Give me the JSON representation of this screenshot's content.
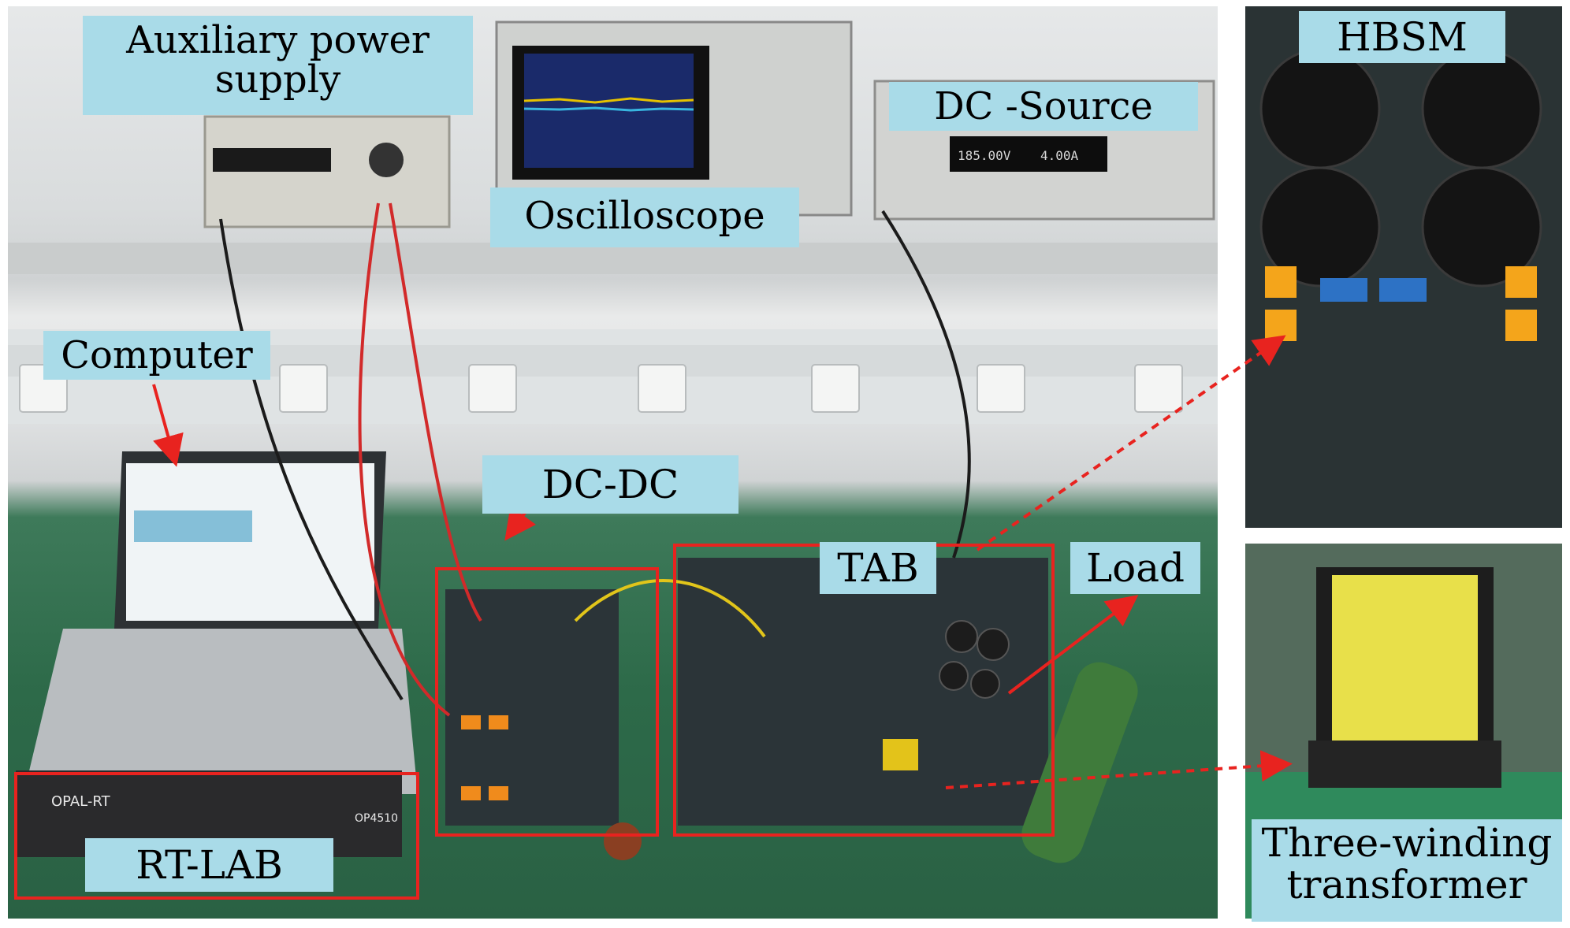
{
  "labels": {
    "aux_power_line1": "Auxiliary power",
    "aux_power_line2": "supply",
    "oscilloscope": "Oscilloscope",
    "dc_source": "DC -Source",
    "computer": "Computer",
    "dcdc": "DC-DC",
    "tab": "TAB",
    "load": "Load",
    "rtlab": "RT-LAB",
    "hbsm": "HBSM",
    "transformer_line1": "Three-winding",
    "transformer_line2": "transformer"
  },
  "instrument_text": {
    "dc_source_display_voltage": "185.00V",
    "dc_source_display_current": "4.00A",
    "rtlab_brand": "OPAL-RT",
    "rtlab_model": "OP4510"
  },
  "colors": {
    "label_background": "#a9dbe8",
    "highlight_box": "#e8231f",
    "arrow": "#e8231f",
    "bench_green": "#2d6a49",
    "pcb_dark": "#2b3438"
  }
}
